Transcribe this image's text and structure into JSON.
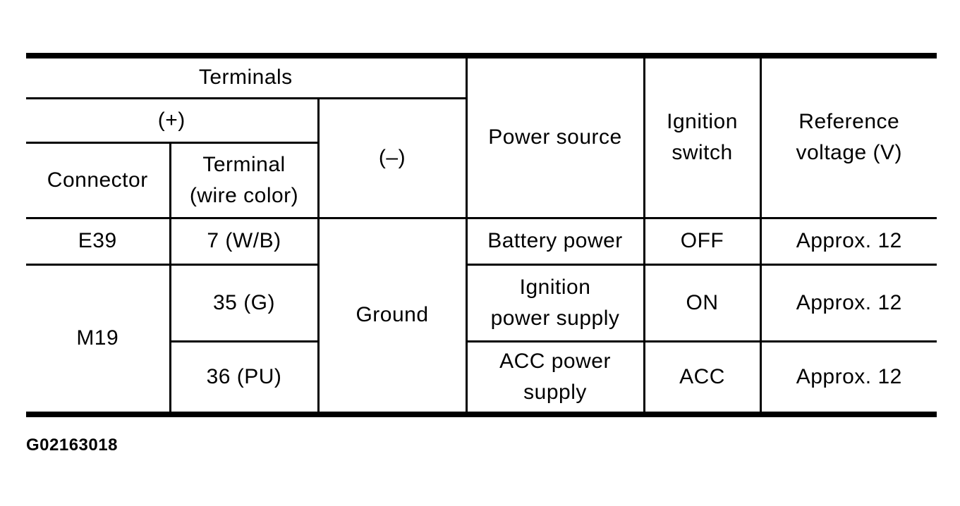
{
  "figure_id": "G02163018",
  "table": {
    "header": {
      "terminals": "Terminals",
      "plus": "(+)",
      "minus": "(–)",
      "connector": "Connector",
      "terminal_wire_color": "Terminal\n(wire color)",
      "power_source": "Power source",
      "ignition_switch": "Ignition\nswitch",
      "reference_voltage": "Reference\nvoltage (V)"
    },
    "body": {
      "ground": "Ground",
      "row1": {
        "connector": "E39",
        "terminal": "7 (W/B)",
        "power_source": "Battery power",
        "ignition_switch": "OFF",
        "reference_voltage": "Approx. 12"
      },
      "row2": {
        "connector": "M19",
        "terminal": "35 (G)",
        "power_source": "Ignition\npower supply",
        "ignition_switch": "ON",
        "reference_voltage": "Approx. 12"
      },
      "row3": {
        "terminal": "36 (PU)",
        "power_source": "ACC power\nsupply",
        "ignition_switch": "ACC",
        "reference_voltage": "Approx. 12"
      }
    }
  },
  "colors": {
    "line": "#000000",
    "background": "#ffffff",
    "text": "#000000"
  }
}
